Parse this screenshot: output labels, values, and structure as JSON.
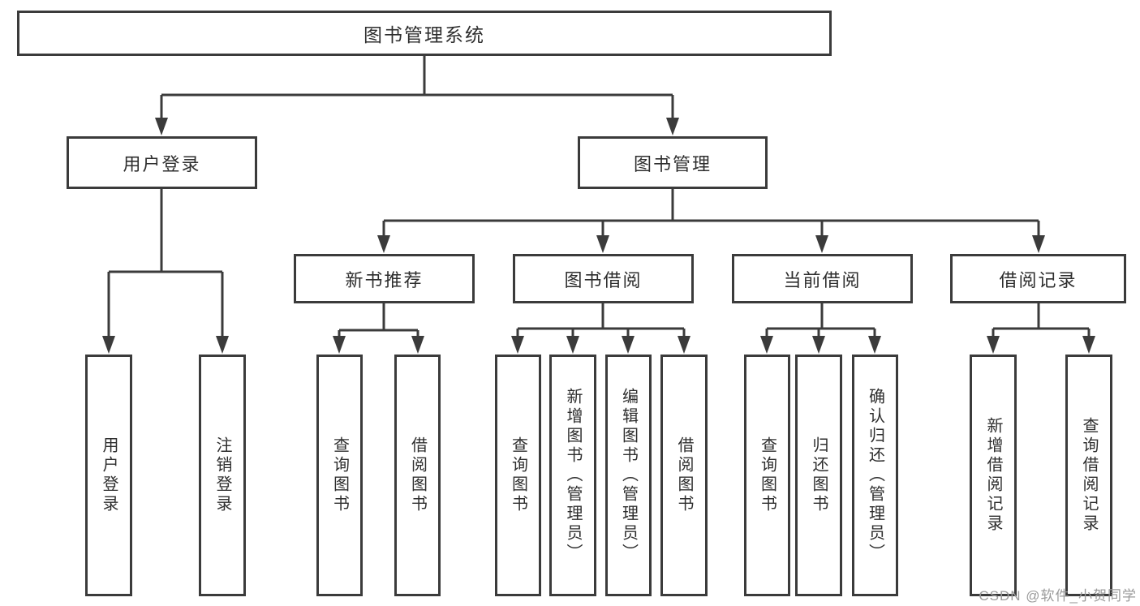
{
  "tree": {
    "label": "图书管理系统",
    "children": [
      {
        "label": "用户登录",
        "children": [
          {
            "label": "用户登录"
          },
          {
            "label": "注销登录"
          }
        ]
      },
      {
        "label": "图书管理",
        "children": [
          {
            "label": "新书推荐",
            "children": [
              {
                "label": "查询图书"
              },
              {
                "label": "借阅图书"
              }
            ]
          },
          {
            "label": "图书借阅",
            "children": [
              {
                "label": "查询图书"
              },
              {
                "label": "新增图书（管理员）"
              },
              {
                "label": "编辑图书（管理员）"
              },
              {
                "label": "借阅图书"
              }
            ]
          },
          {
            "label": "当前借阅",
            "children": [
              {
                "label": "查询图书"
              },
              {
                "label": "归还图书"
              },
              {
                "label": "确认归还（管理员）"
              }
            ]
          },
          {
            "label": "借阅记录",
            "children": [
              {
                "label": "新增借阅记录"
              },
              {
                "label": "查询借阅记录"
              }
            ]
          }
        ]
      }
    ]
  },
  "watermark": "CSDN @软件_小贺同学",
  "colors": {
    "line": "#3b3b3b",
    "box_border": "#3b3b3b",
    "text": "#2e2e2e",
    "watermark_text": "#9a9a9a",
    "background": "#ffffff"
  }
}
